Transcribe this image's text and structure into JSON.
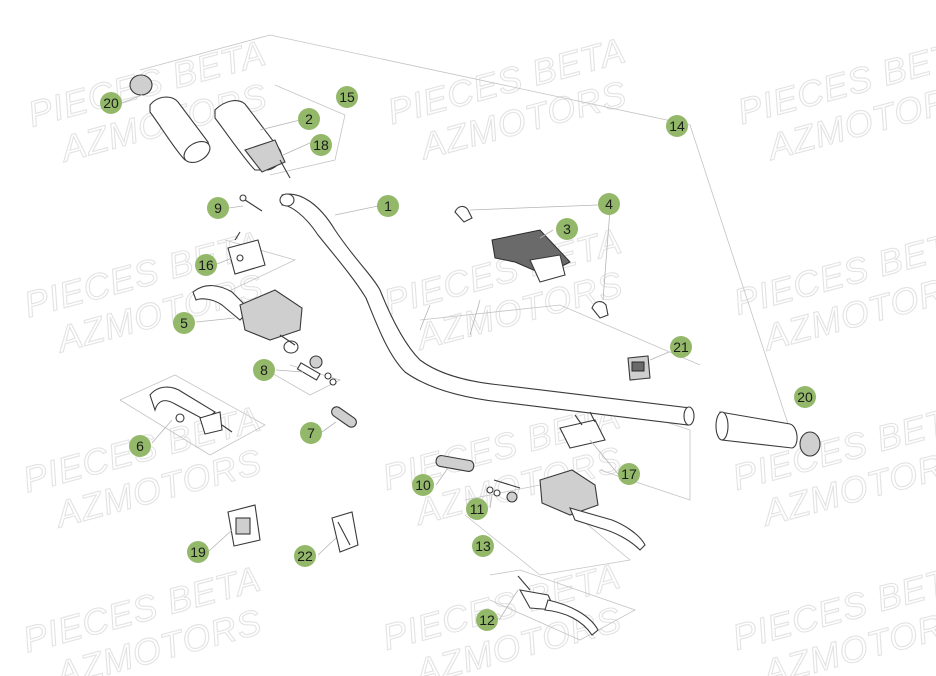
{
  "watermark": {
    "line1": "PIECES BETA",
    "line2": "AZMOTORS"
  },
  "labels": [
    {
      "id": "20",
      "text": "20"
    },
    {
      "id": "2",
      "text": "2"
    },
    {
      "id": "15",
      "text": "15"
    },
    {
      "id": "18",
      "text": "18"
    },
    {
      "id": "14",
      "text": "14"
    },
    {
      "id": "1",
      "text": "1"
    },
    {
      "id": "9",
      "text": "9"
    },
    {
      "id": "4",
      "text": "4"
    },
    {
      "id": "3",
      "text": "3"
    },
    {
      "id": "16",
      "text": "16"
    },
    {
      "id": "5",
      "text": "5"
    },
    {
      "id": "21",
      "text": "21"
    },
    {
      "id": "8",
      "text": "8"
    },
    {
      "id": "20b",
      "text": "20"
    },
    {
      "id": "6",
      "text": "6"
    },
    {
      "id": "7",
      "text": "7"
    },
    {
      "id": "17",
      "text": "17"
    },
    {
      "id": "10",
      "text": "10"
    },
    {
      "id": "11",
      "text": "11"
    },
    {
      "id": "13",
      "text": "13"
    },
    {
      "id": "19",
      "text": "19"
    },
    {
      "id": "22",
      "text": "22"
    },
    {
      "id": "12",
      "text": "12"
    }
  ],
  "colors": {
    "label_fill": "#93b86a",
    "watermark": "#e3e3e3",
    "line_art": "#3a3a3a"
  }
}
